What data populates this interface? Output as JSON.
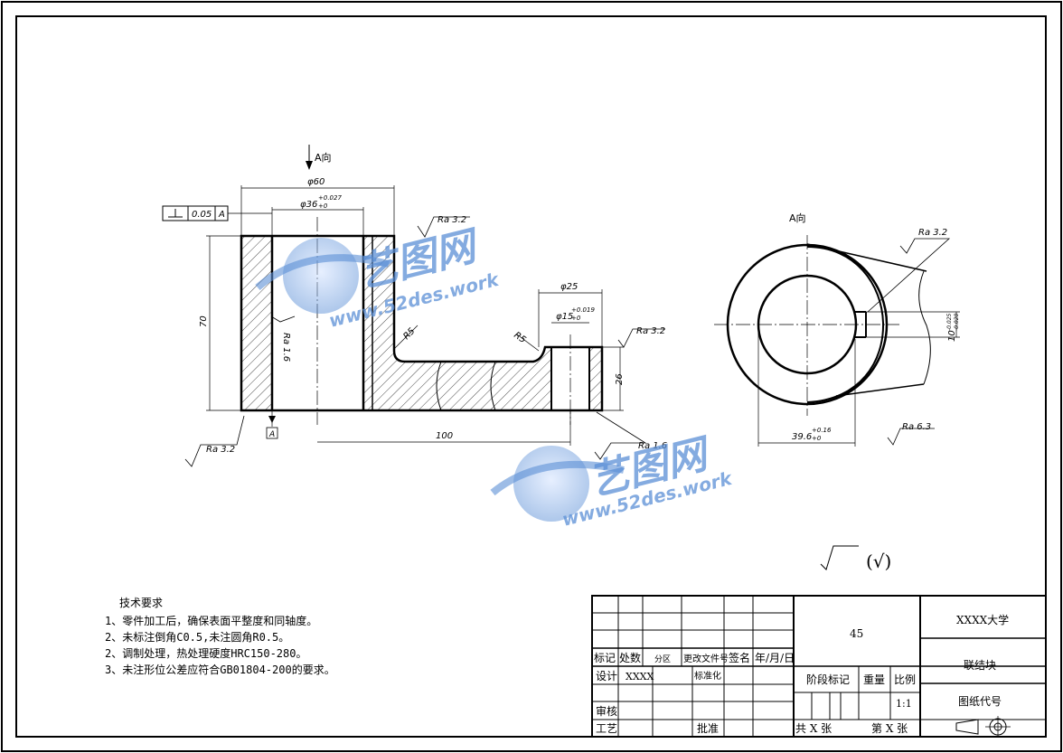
{
  "view_a": {
    "arrow_label": "A向",
    "section_label": "A向"
  },
  "dims_front": {
    "d60": "φ60",
    "d36": "φ36",
    "d36_tol": "+0.027",
    "d36_tol2": "+0",
    "d25": "φ25",
    "d15": "φ15",
    "d15_tol": "+0.019",
    "d15_tol2": "+0",
    "h70": "70",
    "h26": "26",
    "l100": "100",
    "r5a": "R5",
    "r5b": "R5"
  },
  "tolerance_frame": {
    "value": "0.05",
    "datum": "A",
    "datum_marker": "A"
  },
  "roughness": {
    "top_left": "Ra 3.2",
    "inner": "Ra 1.6",
    "right_top": "Ra 3.2",
    "bottom_left": "Ra 3.2",
    "bottom_right": "Ra 1.6",
    "side_view_top": "Ra 3.2",
    "side_view_bottom": "Ra 6.3",
    "general_mark": "(√)"
  },
  "dims_side": {
    "w396": "39.6",
    "w396_tol": "+0.16",
    "w396_tol2": "+0",
    "kw": "10",
    "kw_tol": "-0.025",
    "kw_tol2": "-0.020"
  },
  "watermark": {
    "brand": "艺图网",
    "url": "www.52des.work"
  },
  "tech_requirements": {
    "title": "技术要求",
    "items": [
      "1、零件加工后，确保表面平整度和同轴度。",
      "2、未标注倒角C0.5,未注圆角R0.5。",
      "2、调制处理，热处理硬度HRC150-280。",
      "3、未注形位公差应符合GB01804-200的要求。"
    ]
  },
  "title_block": {
    "material": "45",
    "school": "XXXX大学",
    "part_name": "联结块",
    "drawing_code": "图纸代号",
    "rev_headers": [
      "标记",
      "处数",
      "分区",
      "更改文件号",
      "签名",
      "年/月/日"
    ],
    "design_label": "设计",
    "designer": "XXXX",
    "standardize_label": "标准化",
    "review_label": "审核",
    "process_label": "工艺",
    "approve_label": "批准",
    "stage_label": "阶段标记",
    "weight_label": "重量",
    "scale_label": "比例",
    "scale_value": "1:1",
    "sheets_total": "共 X 张",
    "sheet_no": "第 X 张"
  }
}
